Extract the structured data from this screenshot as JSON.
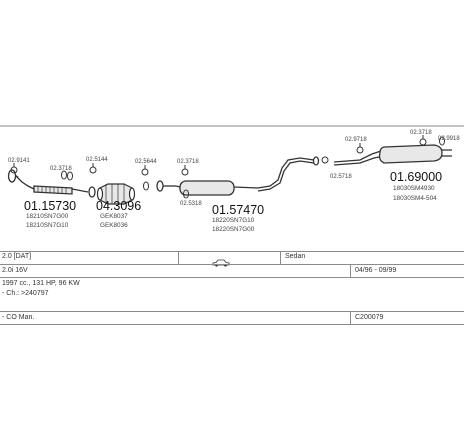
{
  "parts": [
    {
      "id": "p1",
      "number": "01.15730",
      "refs": [
        "18210SN7G00",
        "18210SN7G10"
      ],
      "clip": "02.9141",
      "seal": "02.3718"
    },
    {
      "id": "p2",
      "number": "04.3096",
      "refs": [
        "GEK8037",
        "GEK8036"
      ],
      "clip": "02.5144"
    },
    {
      "id": "p3",
      "number": "01.57470",
      "refs": [
        "18220SN7G10",
        "18220SN7G00"
      ],
      "clip": "02.5644",
      "clip2": "02.3718",
      "seal": "02.5318"
    },
    {
      "id": "p4",
      "number": "01.69000",
      "refs": [
        "18030SM4930",
        "18030SM4-504"
      ],
      "clip": "02.9718",
      "clip2": "02.3718",
      "clip3": "02.5718",
      "seal": "02.9918"
    }
  ],
  "vehicle": {
    "model": "2.0 [DAT]",
    "body": "Sedan",
    "engine": "2.0i 16V",
    "years": "04/96 - 09/99",
    "spec": "1997 cc., 131 HP, 96 KW",
    "chassis": "- Ch.: >240797",
    "system": "- CO Man.",
    "code": "C200079"
  },
  "icons": {
    "car": "car-icon"
  }
}
